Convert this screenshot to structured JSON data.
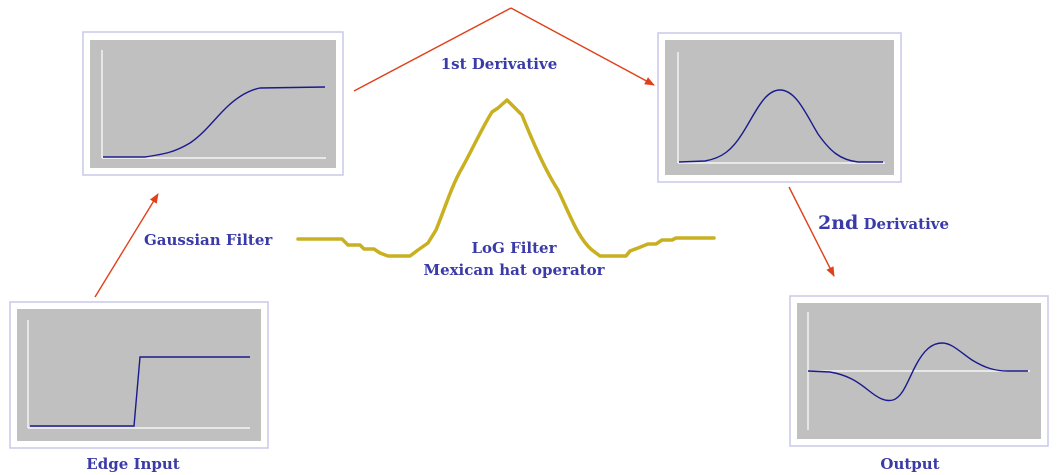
{
  "labels": {
    "edge_input": "Edge Input",
    "gaussian_filter": "Gaussian Filter",
    "first_derivative": "1st Derivative",
    "second_derivative_num": "2nd",
    "second_derivative_word": " Derivative",
    "log_filter": "LoG Filter",
    "mexican_hat": "Mexican hat operator",
    "output": "Output"
  },
  "colors": {
    "arrow": "#e0401a",
    "text": "#3a3aa8",
    "curve": "#1a1a8c",
    "log_curve": "#c8b020",
    "panel_fill": "#c0c0c0",
    "panel_border": "#c8c8e8"
  }
}
